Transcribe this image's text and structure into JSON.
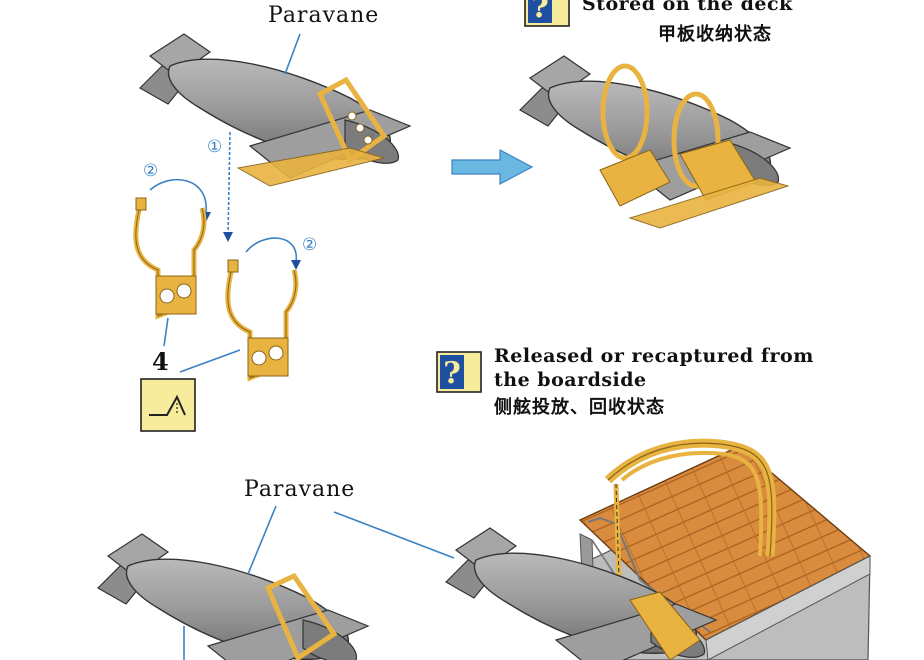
{
  "labels": {
    "paravane_top": "Paravane",
    "paravane_bottom": "Paravane",
    "stored_en": "Stored on the deck",
    "stored_zh": "甲板收纳状态",
    "released_en_1": "Released or recaptured from",
    "released_en_2": "the boardside",
    "released_zh": "侧舷投放、回收状态",
    "step_one": "①",
    "step_two_a": "②",
    "step_two_b": "②",
    "part_number": "4"
  },
  "icons": {
    "stored_icon": "question-mark-icon",
    "released_icon": "question-mark-icon",
    "bend_icon": "bend-fold-icon",
    "arrow": "right-arrow-icon"
  },
  "colors": {
    "paravane_gray": "#9a9a9a",
    "etch_yellow": "#e9b341",
    "deck_wood": "#d98c3e",
    "icon_blue": "#1f4fa0",
    "icon_yellow": "#f7ec9c",
    "guide_blue": "#3a82c4",
    "arrow_blue": "#6ab7e2"
  }
}
